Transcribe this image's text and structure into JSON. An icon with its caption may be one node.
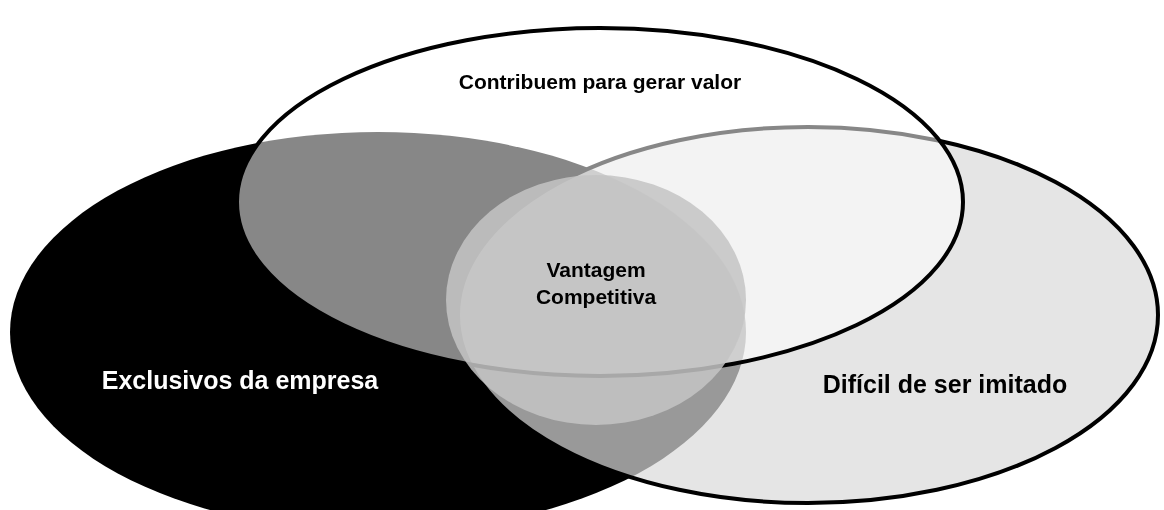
{
  "diagram": {
    "nodes": [
      {
        "text": [
          "Contribuem para gerar valor"
        ]
      },
      {
        "text": [
          "Vantagem Competitiva"
        ]
      },
      {
        "text": [
          "Exclusivos da empresa"
        ]
      },
      {
        "text": [
          "Difícil de ser imitado"
        ]
      }
    ]
  }
}
